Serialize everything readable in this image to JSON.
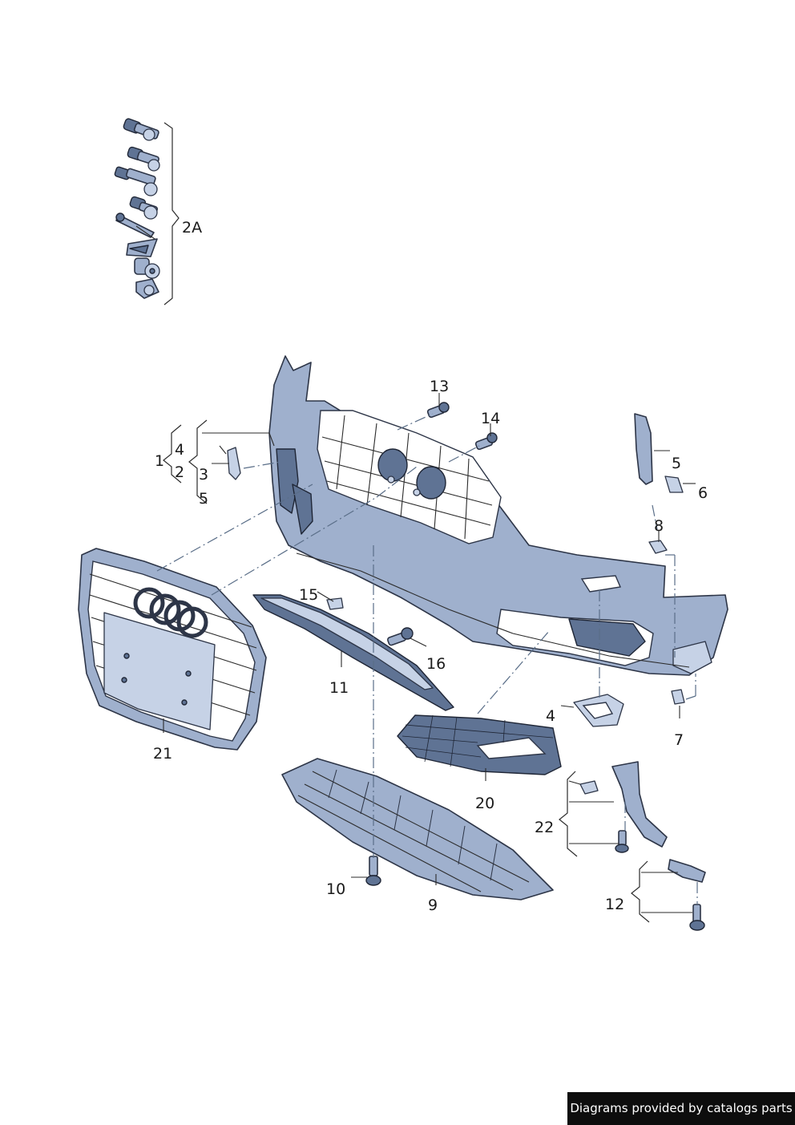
{
  "footer": {
    "text": "Diagrams provided by catalogs parts"
  },
  "callouts": {
    "c2A": "2A",
    "c1": "1",
    "c2": "2",
    "c3": "3",
    "c4a": "4",
    "c5a": "5",
    "c4b": "4",
    "c5b": "5",
    "c6": "6",
    "c7": "7",
    "c8": "8",
    "c9": "9",
    "c10": "10",
    "c11": "11",
    "c12": "12",
    "c13": "13",
    "c14": "14",
    "c15": "15",
    "c16": "16",
    "c20": "20",
    "c21": "21",
    "c22": "22"
  },
  "colors": {
    "part_fill": "#9fb0cd",
    "part_outline": "#2d3547",
    "footer_bg": "#0d0d0d"
  }
}
